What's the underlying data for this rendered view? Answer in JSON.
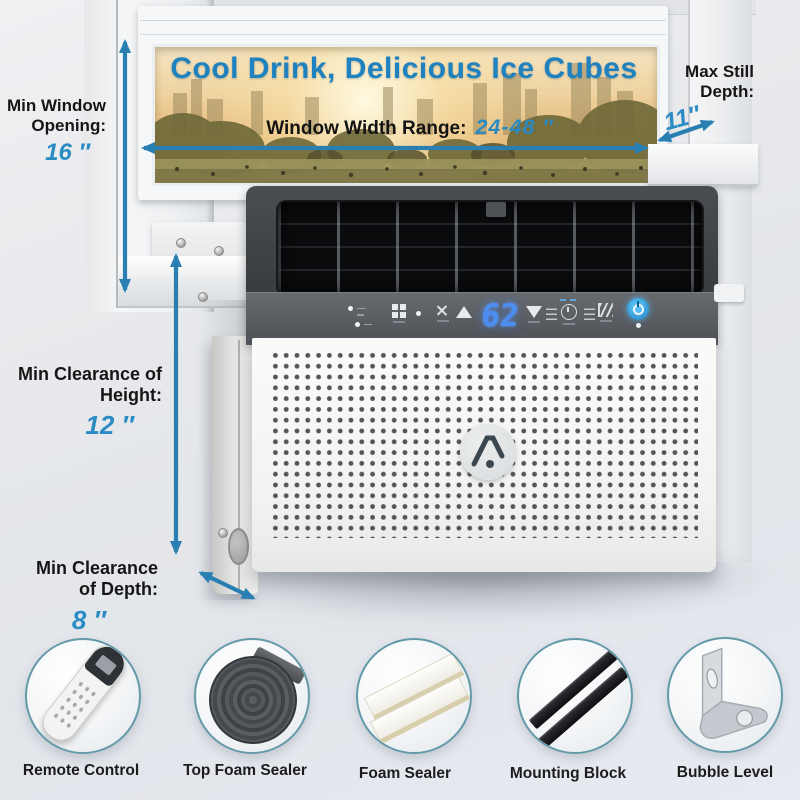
{
  "title": "Cool Drink, Delicious Ice Cubes",
  "annotations": {
    "window_width": {
      "label": "Window Width Range:",
      "value": "24-48 ″"
    },
    "min_window_opening": {
      "label": "Min Window Opening:",
      "value": "16 ″"
    },
    "max_still_depth": {
      "label": "Max Still Depth:",
      "value": "11″"
    },
    "min_clearance_height": {
      "label": "Min Clearance of Height:",
      "value": "12 ″"
    },
    "min_clearance_depth": {
      "label": "Min Clearance of Depth:",
      "value": "8 ″"
    }
  },
  "ac_unit": {
    "display_temperature": "62",
    "panel_icons": [
      "indicator-lights",
      "mode",
      "fan-speed",
      "temperature-up",
      "temperature-down",
      "timer",
      "swing-louver",
      "power"
    ],
    "brand_logo": "chevron-A mark"
  },
  "accessories": [
    {
      "label": "Remote Control"
    },
    {
      "label": "Top Foam Sealer"
    },
    {
      "label": "Foam Sealer"
    },
    {
      "label": "Mounting Block"
    },
    {
      "label": "Bubble Level"
    }
  ],
  "colors": {
    "accent_blue": "#2a7fb2",
    "number_blue": "#2b8cc4",
    "title_blue": "#1f82bf",
    "led_blue": "#4b8df0",
    "label_black": "#161616"
  }
}
